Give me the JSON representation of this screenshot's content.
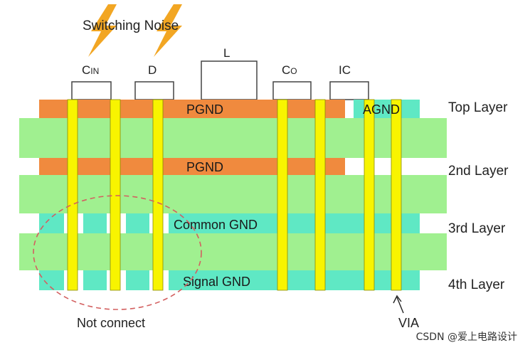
{
  "title": "Switching Noise",
  "components": {
    "cin_main": "C",
    "cin_sub": "IN",
    "d": "D",
    "l": "L",
    "co_main": "C",
    "co_sub": "O",
    "ic": "IC"
  },
  "layers": {
    "top": "Top Layer",
    "second": "2nd Layer",
    "third": "3rd Layer",
    "fourth": "4th Layer"
  },
  "planes": {
    "pgnd_top": "PGND",
    "agnd": "AGND",
    "pgnd_2nd": "PGND",
    "common_gnd": "Common GND",
    "signal_gnd": "Signal GND"
  },
  "annotations": {
    "not_connect": "Not connect",
    "via": "VIA"
  },
  "watermark": "CSDN @爱上电路设计",
  "colors": {
    "pgnd": "#F08A3E",
    "agnd": "#5FE8C4",
    "gnd_plane": "#5FE8C4",
    "dielectric": "#A0F090",
    "via": "#F8F400",
    "bolt": "#F2A623",
    "dashed_circle": "#D36060"
  }
}
